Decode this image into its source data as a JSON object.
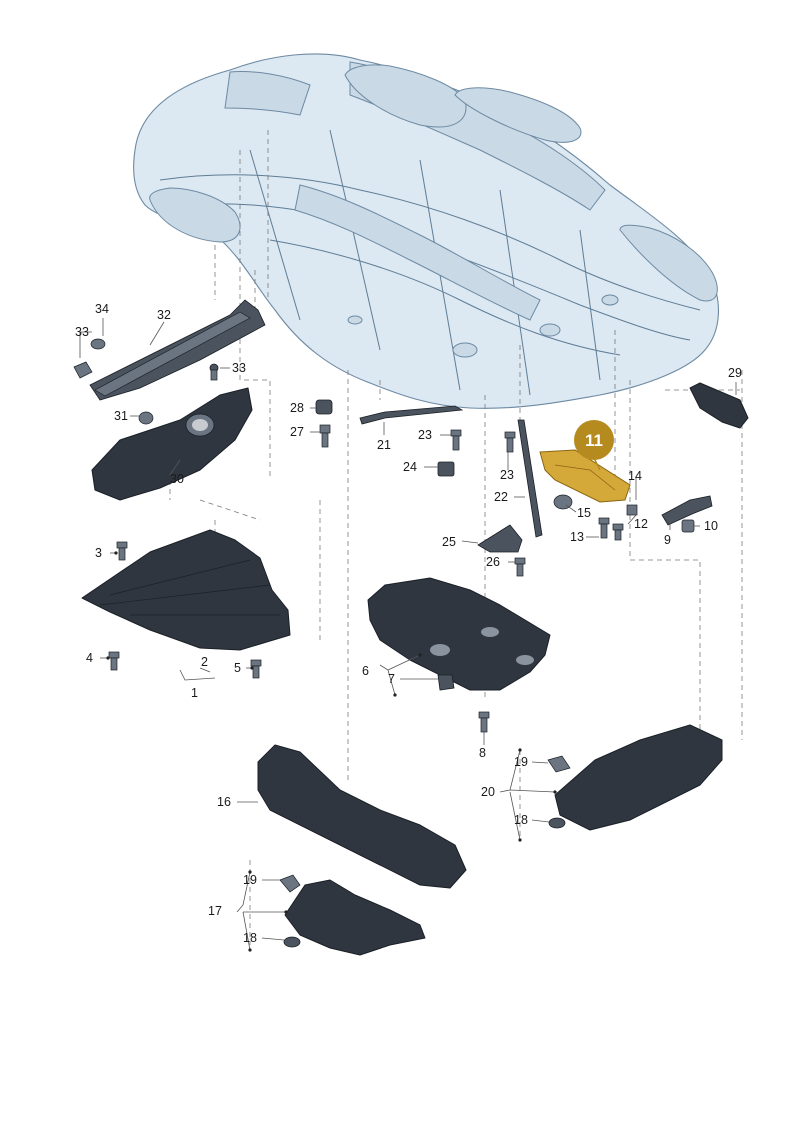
{
  "highlight": {
    "label": "11",
    "color": "#b58a1e"
  },
  "colors": {
    "body": "#dce8f2",
    "part": "#2f3640",
    "highlight": "#d4a93a"
  },
  "callouts": {
    "c1": "1",
    "c2": "2",
    "c3": "3",
    "c4": "4",
    "c5": "5",
    "c6": "6",
    "c7": "7",
    "c8": "8",
    "c9": "9",
    "c10": "10",
    "c12": "12",
    "c13": "13",
    "c14": "14",
    "c15": "15",
    "c16": "16",
    "c17": "17",
    "c18a": "18",
    "c18b": "18",
    "c19a": "19",
    "c19b": "19",
    "c20": "20",
    "c21": "21",
    "c22": "22",
    "c23a": "23",
    "c23b": "23",
    "c24": "24",
    "c25": "25",
    "c26": "26",
    "c27": "27",
    "c28": "28",
    "c29": "29",
    "c30": "30",
    "c31": "31",
    "c32": "32",
    "c33a": "33",
    "c33b": "33",
    "c34": "34"
  }
}
